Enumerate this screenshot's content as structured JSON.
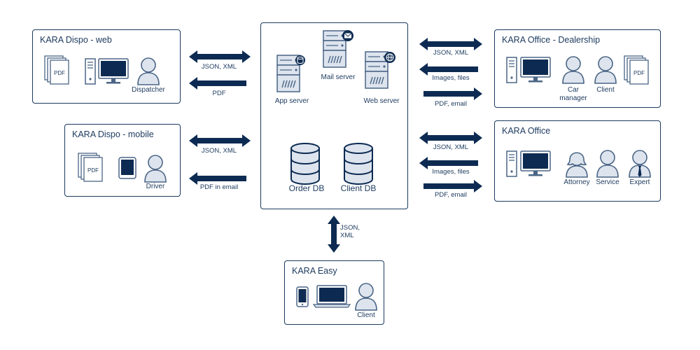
{
  "colors": {
    "navy": "#0d2b52",
    "stroke": "#4a6585",
    "fill": "#dde4ee",
    "line": "#1c3a5e"
  },
  "boxes": {
    "dispo_web": {
      "title": "KARA Dispo - web",
      "pdf": "PDF",
      "person": "Dispatcher"
    },
    "dispo_mobile": {
      "title": "KARA Dispo - mobile",
      "pdf": "PDF",
      "person": "Driver"
    },
    "center": {
      "app_server": "App server",
      "mail_server": "Mail server",
      "web_server": "Web server",
      "order_db": "Order DB",
      "client_db": "Client DB"
    },
    "dealership": {
      "title": "KARA Office - Dealership",
      "car_manager": "Car\nmanager",
      "client": "Client",
      "pdf": "PDF"
    },
    "office": {
      "title": "KARA Office",
      "attorney": "Attorney",
      "service": "Service",
      "expert": "Expert"
    },
    "easy": {
      "title": "KARA Easy",
      "client": "Client"
    }
  },
  "arrows": {
    "web_json": "JSON, XML",
    "web_pdf": "PDF",
    "mobile_json": "JSON, XML",
    "mobile_pdf": "PDF in email",
    "dealer_json": "JSON, XML",
    "dealer_images": "Images, files",
    "dealer_pdf": "PDF, email",
    "office_json": "JSON, XML",
    "office_images": "Images, files",
    "office_pdf": "PDF, email",
    "easy_json_1": "JSON,",
    "easy_json_2": "XML"
  }
}
